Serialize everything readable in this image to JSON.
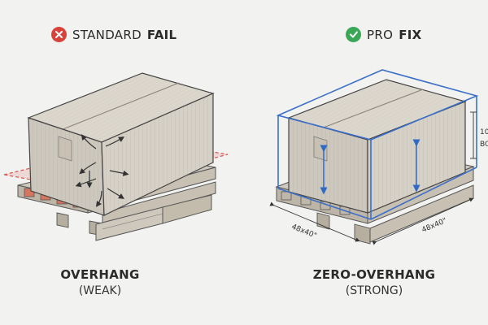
{
  "left": {
    "header_prefix": "STANDARD",
    "header_bold": "FAIL",
    "caption_main": "OVERHANG",
    "caption_sub": "(WEAK)"
  },
  "right": {
    "header_prefix": "PRO",
    "header_bold": "FIX",
    "caption_main": "ZERO-OVERHANG",
    "caption_sub": "(STRONG)",
    "dim_left": "48x40\"",
    "dim_right": "48x40\"",
    "dim_side_1": "10",
    "dim_side_2": "BO"
  },
  "colors": {
    "fail": "#d9423a",
    "pass": "#3aa757",
    "overhang": "#d9534f",
    "outline": "#3b6fc9"
  }
}
